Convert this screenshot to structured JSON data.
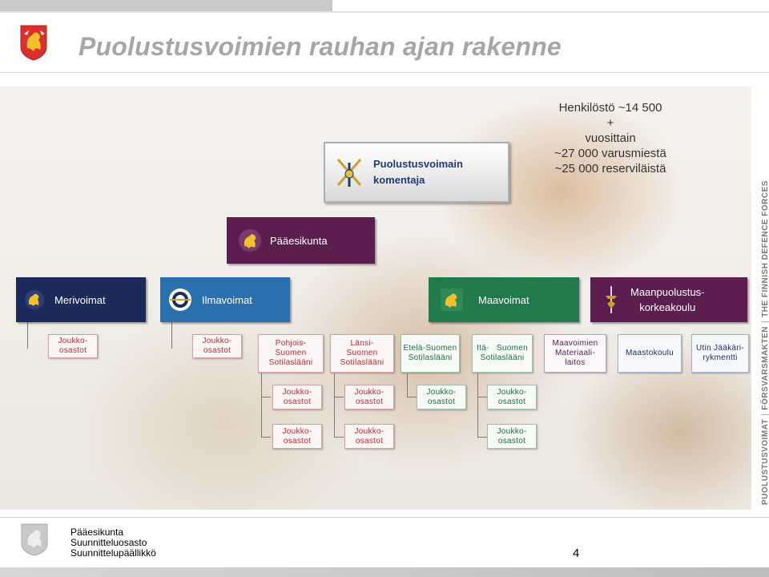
{
  "title": "Puolustusvoimien rauhan ajan rakenne",
  "staff": {
    "line1": "Henkilöstö ~14 500",
    "line2": "+",
    "line3": "vuosittain",
    "line4": "~27 000 varusmiestä",
    "line5": "~25 000 reserviläistä"
  },
  "org": {
    "commander": {
      "line1": "Puolustusvoimain",
      "line2": "komentaja"
    },
    "hq": "Pääesikunta",
    "navy": "Merivoimat",
    "airforce": "Ilmavoimat",
    "army": "Maavoimat",
    "ndu": {
      "line1": "Maanpuolustus-",
      "line2": "korkeakoulu"
    },
    "units": {
      "navy_units": {
        "line1": "Joukko-",
        "line2": "osastot"
      },
      "air_units": {
        "line1": "Joukko-",
        "line2": "osastot"
      },
      "north": {
        "line1": "Pohjois-",
        "line2": "Suomen",
        "line3": "Sotilaslääni"
      },
      "west": {
        "line1": "Länsi-",
        "line2": "Suomen",
        "line3": "Sotilaslääni"
      },
      "south": {
        "line1": "Etelä-Suomen",
        "line2": "Sotilaslääni"
      },
      "east": {
        "line1": "Itä-   Suomen",
        "line2": "Sotilaslääni"
      },
      "materiel": {
        "line1": "Maavoimien",
        "line2": "Materiaali-",
        "line3": "laitos"
      },
      "terrain": "Maastokoulu",
      "utti": {
        "line1": "Utin Jääkäri-",
        "line2": "rykmentti"
      },
      "sub": {
        "line1": "Joukko-",
        "line2": "osastot"
      }
    }
  },
  "side_text": {
    "part1": "PUOLUSTUSVOIMAT",
    "part2": "FÖRSVARSMAKTEN",
    "part3": "THE FINNISH DEFENCE FORCES"
  },
  "footer": {
    "line1": "Pääesikunta",
    "line2": "Suunnitteluosasto",
    "line3": "Suunnittelupäällikkö",
    "page": "4"
  },
  "colors": {
    "purple": "#5b1e4e",
    "navy": "#1c2a5a",
    "air_blue": "#2a6fae",
    "army_green": "#207a4b",
    "unit_green_text": "#1d6b3a",
    "unit_red_text": "#c0282d",
    "title_gray": "#a6a6a6"
  },
  "icons": [
    "finnish-lion-logo-icon",
    "crossed-swords-icon",
    "lion-emblem-icon",
    "anchor-lion-icon",
    "airforce-roundel-icon",
    "army-lion-icon",
    "sword-emblem-icon"
  ]
}
